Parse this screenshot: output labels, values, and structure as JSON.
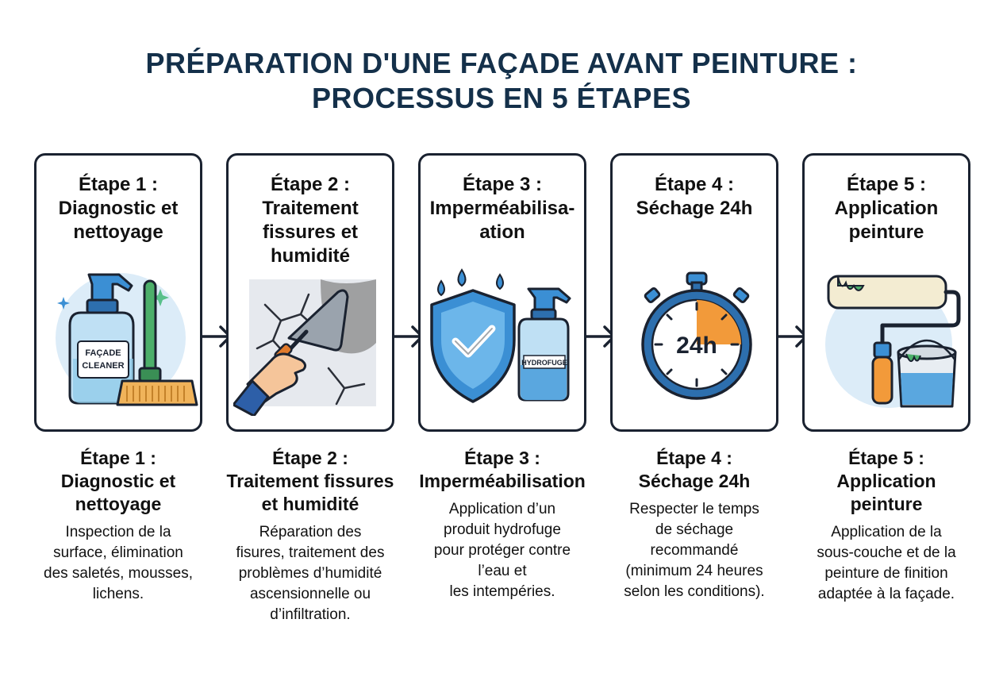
{
  "title": {
    "line1": "PRÉPARATION D'UNE FAÇADE AVANT PEINTURE :",
    "line2": "PROCESSUS EN 5 ÉTAPES"
  },
  "steps": [
    {
      "card_title": [
        "Étape 1 :",
        "Diagnostic et",
        "nettoyage"
      ],
      "icon": "spray-bottle-and-brush",
      "bottle_label": [
        "FAÇADE",
        "CLEANER"
      ],
      "heading": [
        "Étape 1 :",
        "Diagnostic et",
        "nettoyage"
      ],
      "text": [
        "Inspection de la",
        "surface, élimination",
        "des saletés, mousses,",
        "lichens."
      ]
    },
    {
      "card_title": [
        "Étape 2 :",
        "Traitement",
        "fissures et",
        "humidité"
      ],
      "icon": "trowel-on-cracked-wall",
      "heading": [
        "Étape 2 :",
        "Traitement fissures",
        "et humidité"
      ],
      "text": [
        "Réparation des",
        "fisures, traitement des",
        "problèmes d’humidité",
        "ascensionnelle ou",
        "d’infiltration."
      ]
    },
    {
      "card_title": [
        "Étape 3 :",
        "Imperméabilisa-",
        "ation"
      ],
      "icon": "shield-and-spray",
      "bottle_label": [
        "HYDROFUGE"
      ],
      "heading": [
        "Étape 3 :",
        "Imperméabilisation"
      ],
      "text": [
        "Application d’un",
        "produit hydrofuge",
        "pour protéger contre",
        "l’eau et",
        "les intempéries."
      ]
    },
    {
      "card_title": [
        "Étape 4 :",
        "Séchage 24h"
      ],
      "icon": "stopwatch",
      "clock_label": "24h",
      "heading": [
        "Étape 4 :",
        "Séchage 24h"
      ],
      "text": [
        "Respecter le temps",
        "de séchage",
        "recommandé",
        "(minimum 24 heures",
        "selon les conditions)."
      ]
    },
    {
      "card_title": [
        "Étape 5 :",
        "Application",
        "peinture"
      ],
      "icon": "paint-roller-and-bucket",
      "heading": [
        "Étape 5 :",
        "Application",
        "peinture"
      ],
      "text": [
        "Application de la",
        "sous-couche et de la",
        "peinture de finition",
        "adaptée à la façade."
      ]
    }
  ],
  "colors": {
    "title": "#14304a",
    "border": "#1a2230",
    "accent_blue": "#3b8fd4",
    "accent_orange": "#f29a3a",
    "accent_green": "#4caf6a"
  }
}
